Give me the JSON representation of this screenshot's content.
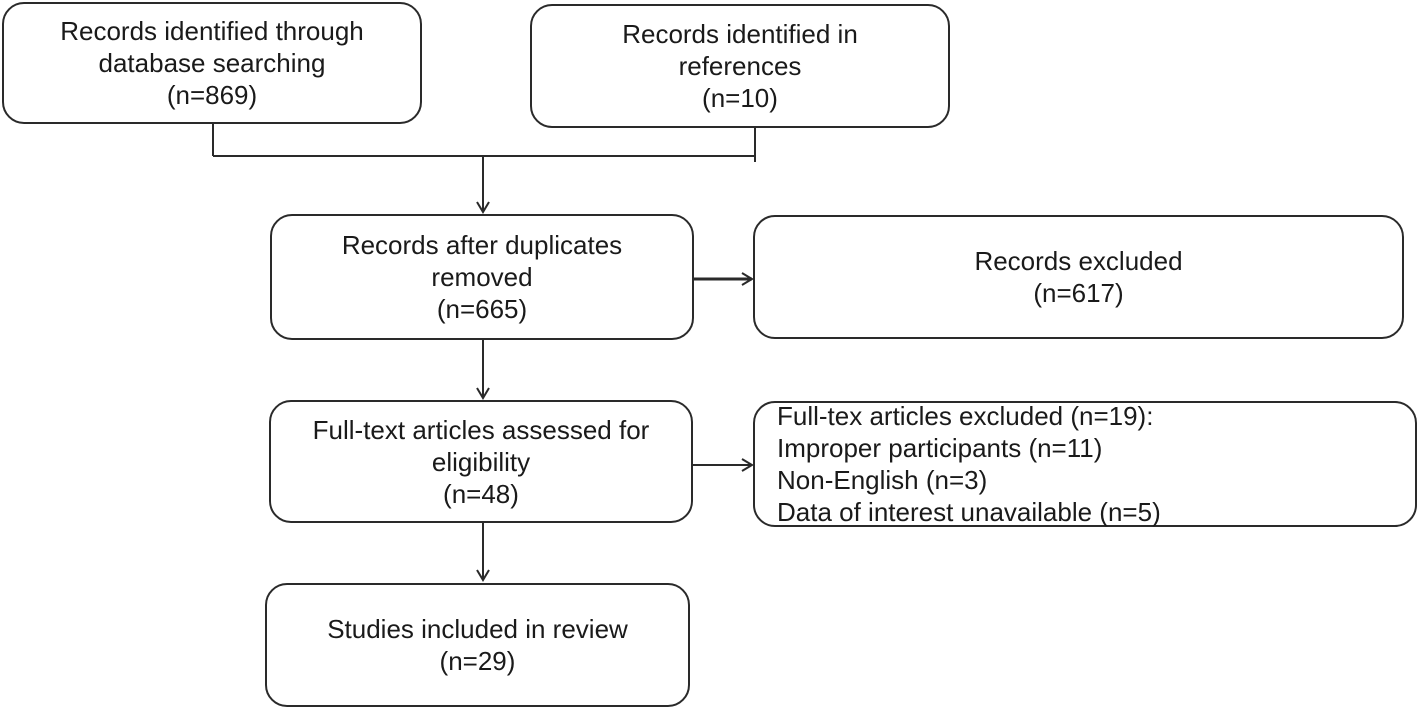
{
  "boxes": {
    "database_search": {
      "lines": [
        "Records identified through",
        "database searching",
        "(n=869)"
      ]
    },
    "references": {
      "lines": [
        "Records identified in",
        "references",
        "(n=10)"
      ]
    },
    "after_duplicates": {
      "lines": [
        "Records after duplicates",
        "removed",
        "(n=665)"
      ]
    },
    "records_excluded": {
      "lines": [
        "Records excluded",
        "(n=617)"
      ]
    },
    "full_text_assessed": {
      "lines": [
        "Full-text  articles assessed for",
        "eligibility",
        "(n=48)"
      ]
    },
    "full_text_excluded": {
      "lines": [
        "Full-tex  articles excluded (n=19):",
        "Improper participants (n=11)",
        "Non-English  (n=3)",
        "Data of interest unavailable  (n=5)"
      ]
    },
    "included": {
      "lines": [
        "Studies included in review",
        "(n=29)"
      ]
    }
  },
  "colors": {
    "stroke": "#2a2a2a",
    "text": "#1a1a1a",
    "background": "#ffffff"
  }
}
